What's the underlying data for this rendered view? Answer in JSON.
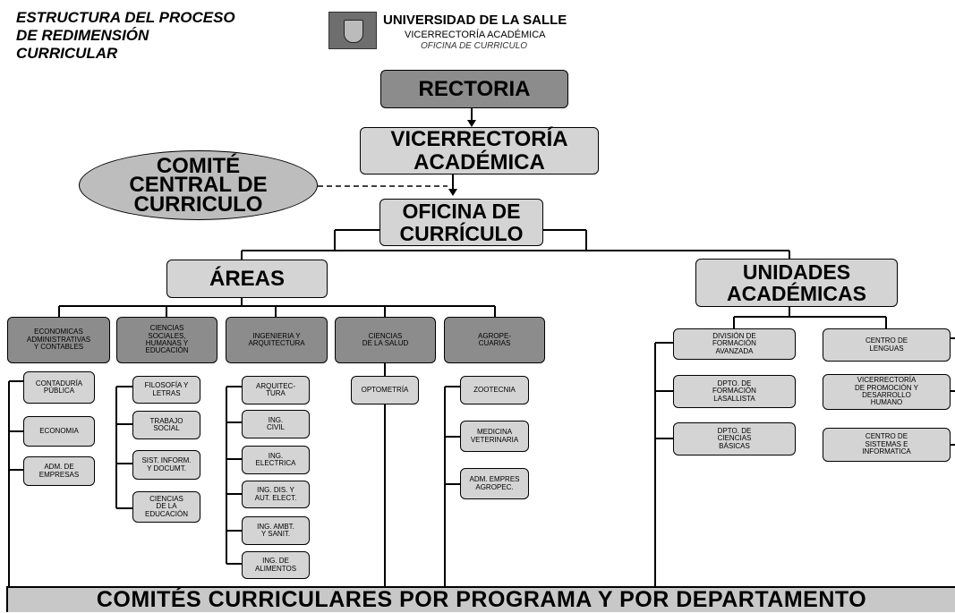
{
  "header": {
    "title": "ESTRUCTURA DEL PROCESO\nDE REDIMENSIÓN\nCURRICULAR",
    "university": "UNIVERSIDAD DE LA SALLE",
    "vice": "VICERRECTORÍA ACADÉMICA",
    "office": "OFICINA DE CURRICULO"
  },
  "colors": {
    "dark_box": "#8c8c8c",
    "light_box": "#d4d4d4",
    "footer": "#c8c8c8"
  },
  "top": {
    "rectoria": "RECTORIA",
    "vicerrectoria": "VICERRECTORÍA\nACADÉMICA",
    "comite": "COMITÉ\nCENTRAL DE\nCURRICULO",
    "oficina": "OFICINA DE\nCURRÍCULO",
    "areas": "ÁREAS",
    "unidades": "UNIDADES\nACADÉMICAS"
  },
  "areas": [
    {
      "name": "ECONOMICAS\nADMINISTRATIVAS\nY CONTABLES",
      "programs": [
        "CONTADURÍA\nPÚBLICA",
        "ECONOMIA",
        "ADM. DE\nEMPRESAS"
      ]
    },
    {
      "name": "CIENCIAS\nSOCIALES,\nHUMANAS Y\nEDUCACIÓN",
      "programs": [
        "FILOSOFÍA Y\nLETRAS",
        "TRABAJO\nSOCIAL",
        "SIST. INFORM.\nY DOCUMT.",
        "CIENCIAS\nDE LA\nEDUCACIÓN"
      ]
    },
    {
      "name": "INGENIERIA Y\nARQUITECTURA",
      "programs": [
        "ARQUITEC-\nTURA",
        "ING.\nCIVIL",
        "ING.\nELECTRICA",
        "ING. DIS. Y\nAUT. ELECT.",
        "ING. AMBT.\nY SANIT.",
        "ING. DE\nALIMENTOS"
      ]
    },
    {
      "name": "CIENCIAS\nDE LA SALUD",
      "programs": [
        "OPTOMETRÍA"
      ]
    },
    {
      "name": "AGROPE-\nCUARIAS",
      "programs": [
        "ZOOTECNIA",
        "MEDICINA\nVETERINARIA",
        "ADM. EMPRES\nAGROPEC."
      ]
    }
  ],
  "unidades": {
    "col1": [
      "DIVISIÓN DE\nFORMACIÓN\nAVANZADA",
      "DPTO. DE\nFORMACIÓN\nLASALLISTA",
      "DPTO. DE\nCIENCIAS\nBÁSICAS"
    ],
    "col2": [
      "CENTRO DE\nLENGUAS",
      "VICERRECTORÍA\nDE PROMOCIÓN Y\nDESARROLLO\nHUMANO",
      "CENTRO DE\nSISTEMAS E\nINFORMATICA"
    ]
  },
  "footer": "COMITÉS CURRICULARES POR PROGRAMA Y POR DEPARTAMENTO"
}
